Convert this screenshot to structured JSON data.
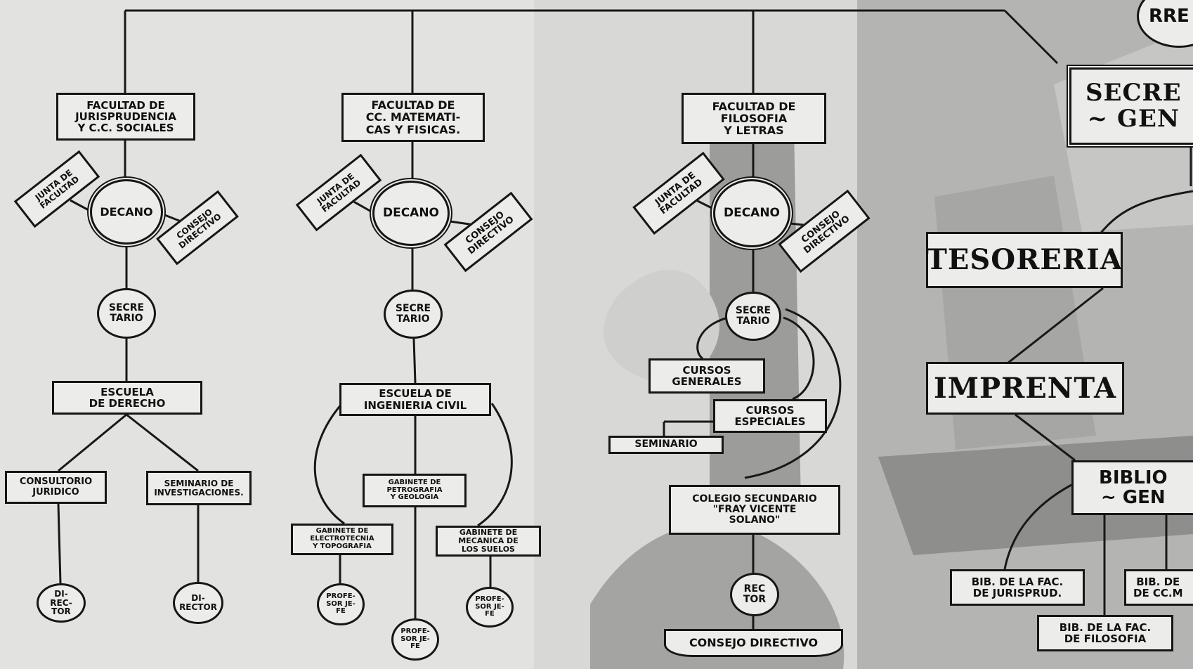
{
  "diagram": {
    "facultades": [
      {
        "title": "FACULTAD DE\nJURISPRUDENCIA\nY C.C. SOCIALES",
        "junta": "JUNTA DE\nFACULTAD",
        "decano": "DECANO",
        "consejo": "CONSEJO\nDIRECTIVO",
        "secretario": "SECRE\nTARIO",
        "escuela": "ESCUELA\nDE DERECHO",
        "consultorio": "CONSULTORIO\nJURIDICO",
        "seminario": "SEMINARIO DE\nINVESTIGACIONES.",
        "director_1": "DI-\nREC-\nTOR",
        "director_2": "DI-\nRECTOR"
      },
      {
        "title": "FACULTAD DE\nCC. MATEMATI-\nCAS Y FISICAS.",
        "junta": "JUNTA DE\nFACULTAD",
        "decano": "DECANO",
        "consejo": "CONSEJO\nDIRECTIVO",
        "secretario": "SECRE\nTARIO",
        "escuela": "ESCUELA DE\nINGENIERIA CIVIL",
        "gab_petro": "GABINETE DE\nPETROGRAFIA\nY GEOLOGIA",
        "gab_electro": "GABINETE DE\nELECTROTECNIA\nY TOPOGRAFIA",
        "gab_mecanica": "GABINETE DE\nMECANICA DE\nLOS SUELOS",
        "profesor": "PROFE-\nSOR JE-\nFE"
      },
      {
        "title": "FACULTAD DE\nFILOSOFIA\nY LETRAS",
        "junta": "JUNTA DE\nFACULTAD",
        "decano": "DECANO",
        "consejo": "CONSEJO\nDIRECTIVO",
        "secretario": "SECRE\nTARIO",
        "cursos_generales": "CURSOS\nGENERALES",
        "cursos_especiales": "CURSOS\nESPECIALES",
        "seminario": "SEMINARIO",
        "colegio": "COLEGIO SECUNDARIO\n\"FRAY VICENTE\nSOLANO\"",
        "rector": "REC\nTOR",
        "consejo_directivo": "CONSEJO DIRECTIVO"
      }
    ],
    "right": {
      "rector_partial": "RRE",
      "secretaria": "SECRE\n~ GEN",
      "tesoreria": "TESORERIA",
      "imprenta": "IMPRENTA",
      "biblioteca": "BIBLIO\n~ GEN",
      "bib_jurisprud": "BIB. DE LA FAC.\nDE JURISPRUD.",
      "bib_cc": "BIB. DE\nDE CC.M",
      "bib_filosofia": "BIB. DE LA FAC.\nDE FILOSOFIA"
    }
  }
}
